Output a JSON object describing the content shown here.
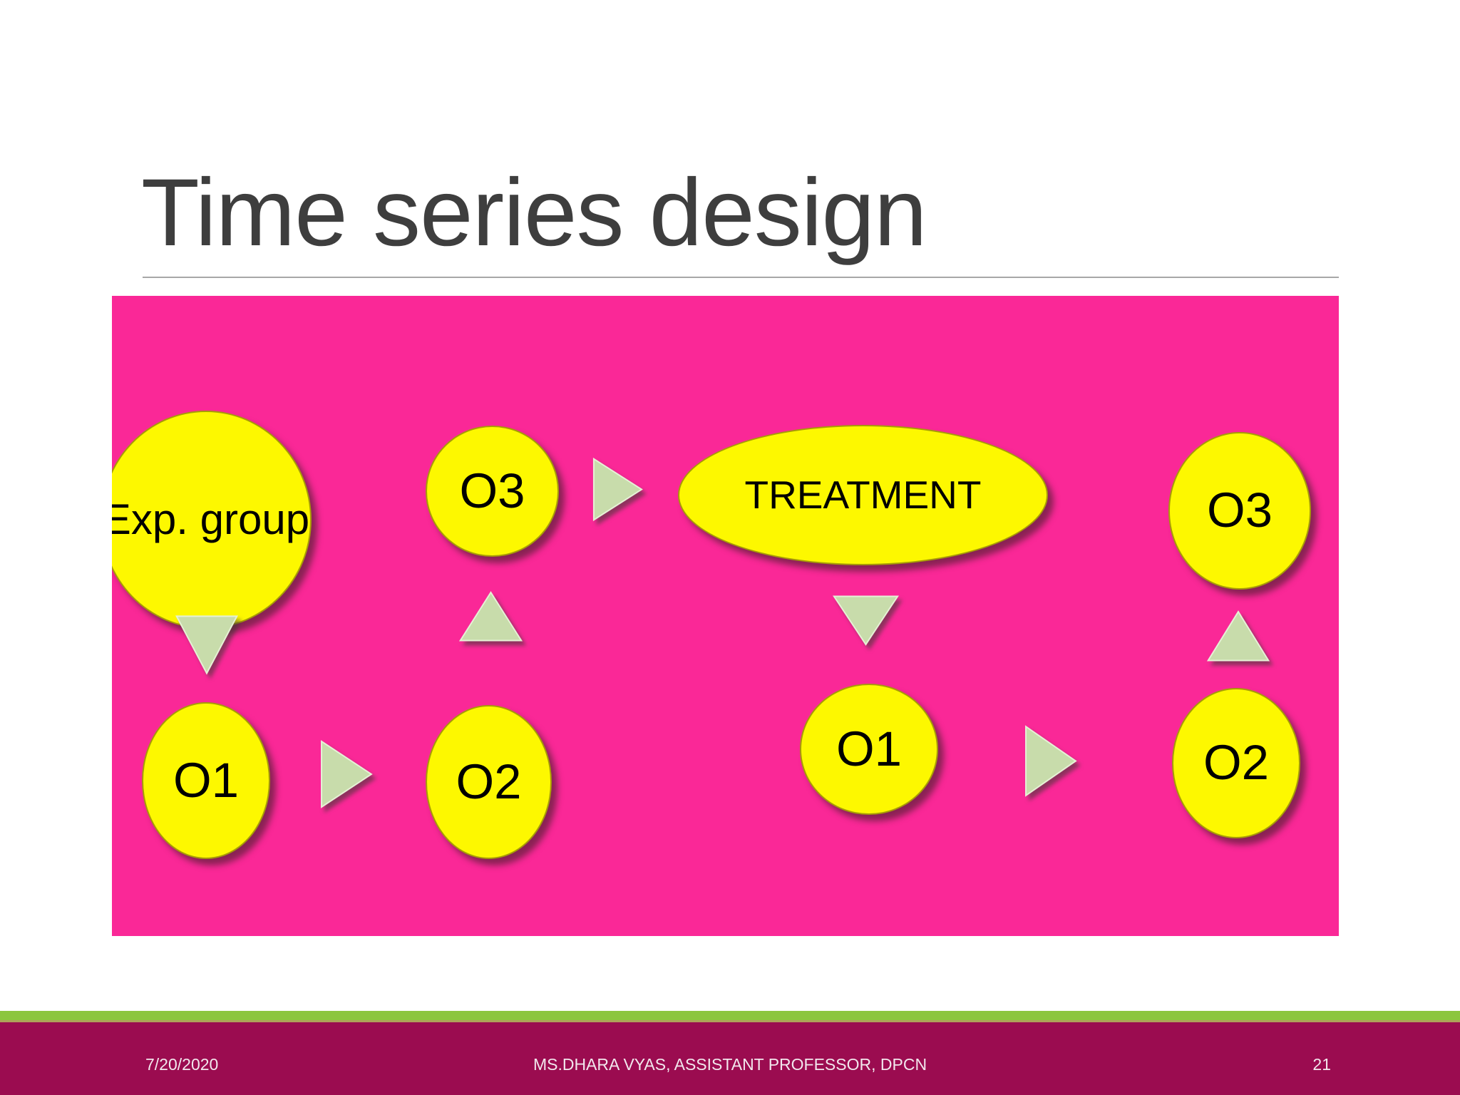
{
  "slide_title": "Time series design",
  "diagram": {
    "panel_color": "#fa2897",
    "node_fill": "#fdf800",
    "triangle_fill": "#c8dcab",
    "label_color": "#000000",
    "nodes": [
      {
        "id": "exp-group",
        "label": "Exp. group",
        "shape": "ellipse"
      },
      {
        "id": "o3-left",
        "label": "O3",
        "shape": "circle"
      },
      {
        "id": "treatment",
        "label": "TREATMENT",
        "shape": "ellipse"
      },
      {
        "id": "o3-right",
        "label": "O3",
        "shape": "circle"
      },
      {
        "id": "o1-left",
        "label": "O1",
        "shape": "circle"
      },
      {
        "id": "o2-left",
        "label": "O2",
        "shape": "circle"
      },
      {
        "id": "o1-center",
        "label": "O1",
        "shape": "circle"
      },
      {
        "id": "o2-right",
        "label": "O2",
        "shape": "circle"
      }
    ],
    "connectors": [
      {
        "id": "down-from-exp-group",
        "direction": "down"
      },
      {
        "id": "up-into-o3-left",
        "direction": "up"
      },
      {
        "id": "o3-left-to-treatment",
        "direction": "right"
      },
      {
        "id": "down-from-treatment",
        "direction": "down"
      },
      {
        "id": "up-into-o3-right",
        "direction": "up"
      },
      {
        "id": "o1-left-to-o2-left",
        "direction": "right"
      },
      {
        "id": "o1-center-to-o2-right",
        "direction": "right"
      }
    ]
  },
  "title_color": "#3e3e3e",
  "footer": {
    "date": "7/20/2020",
    "credit": "MS.DHARA VYAS, ASSISTANT PROFESSOR, DPCN",
    "page_number": "21",
    "bar_color": "#9b0c50",
    "accent_bar_color": "#8cc63e"
  }
}
